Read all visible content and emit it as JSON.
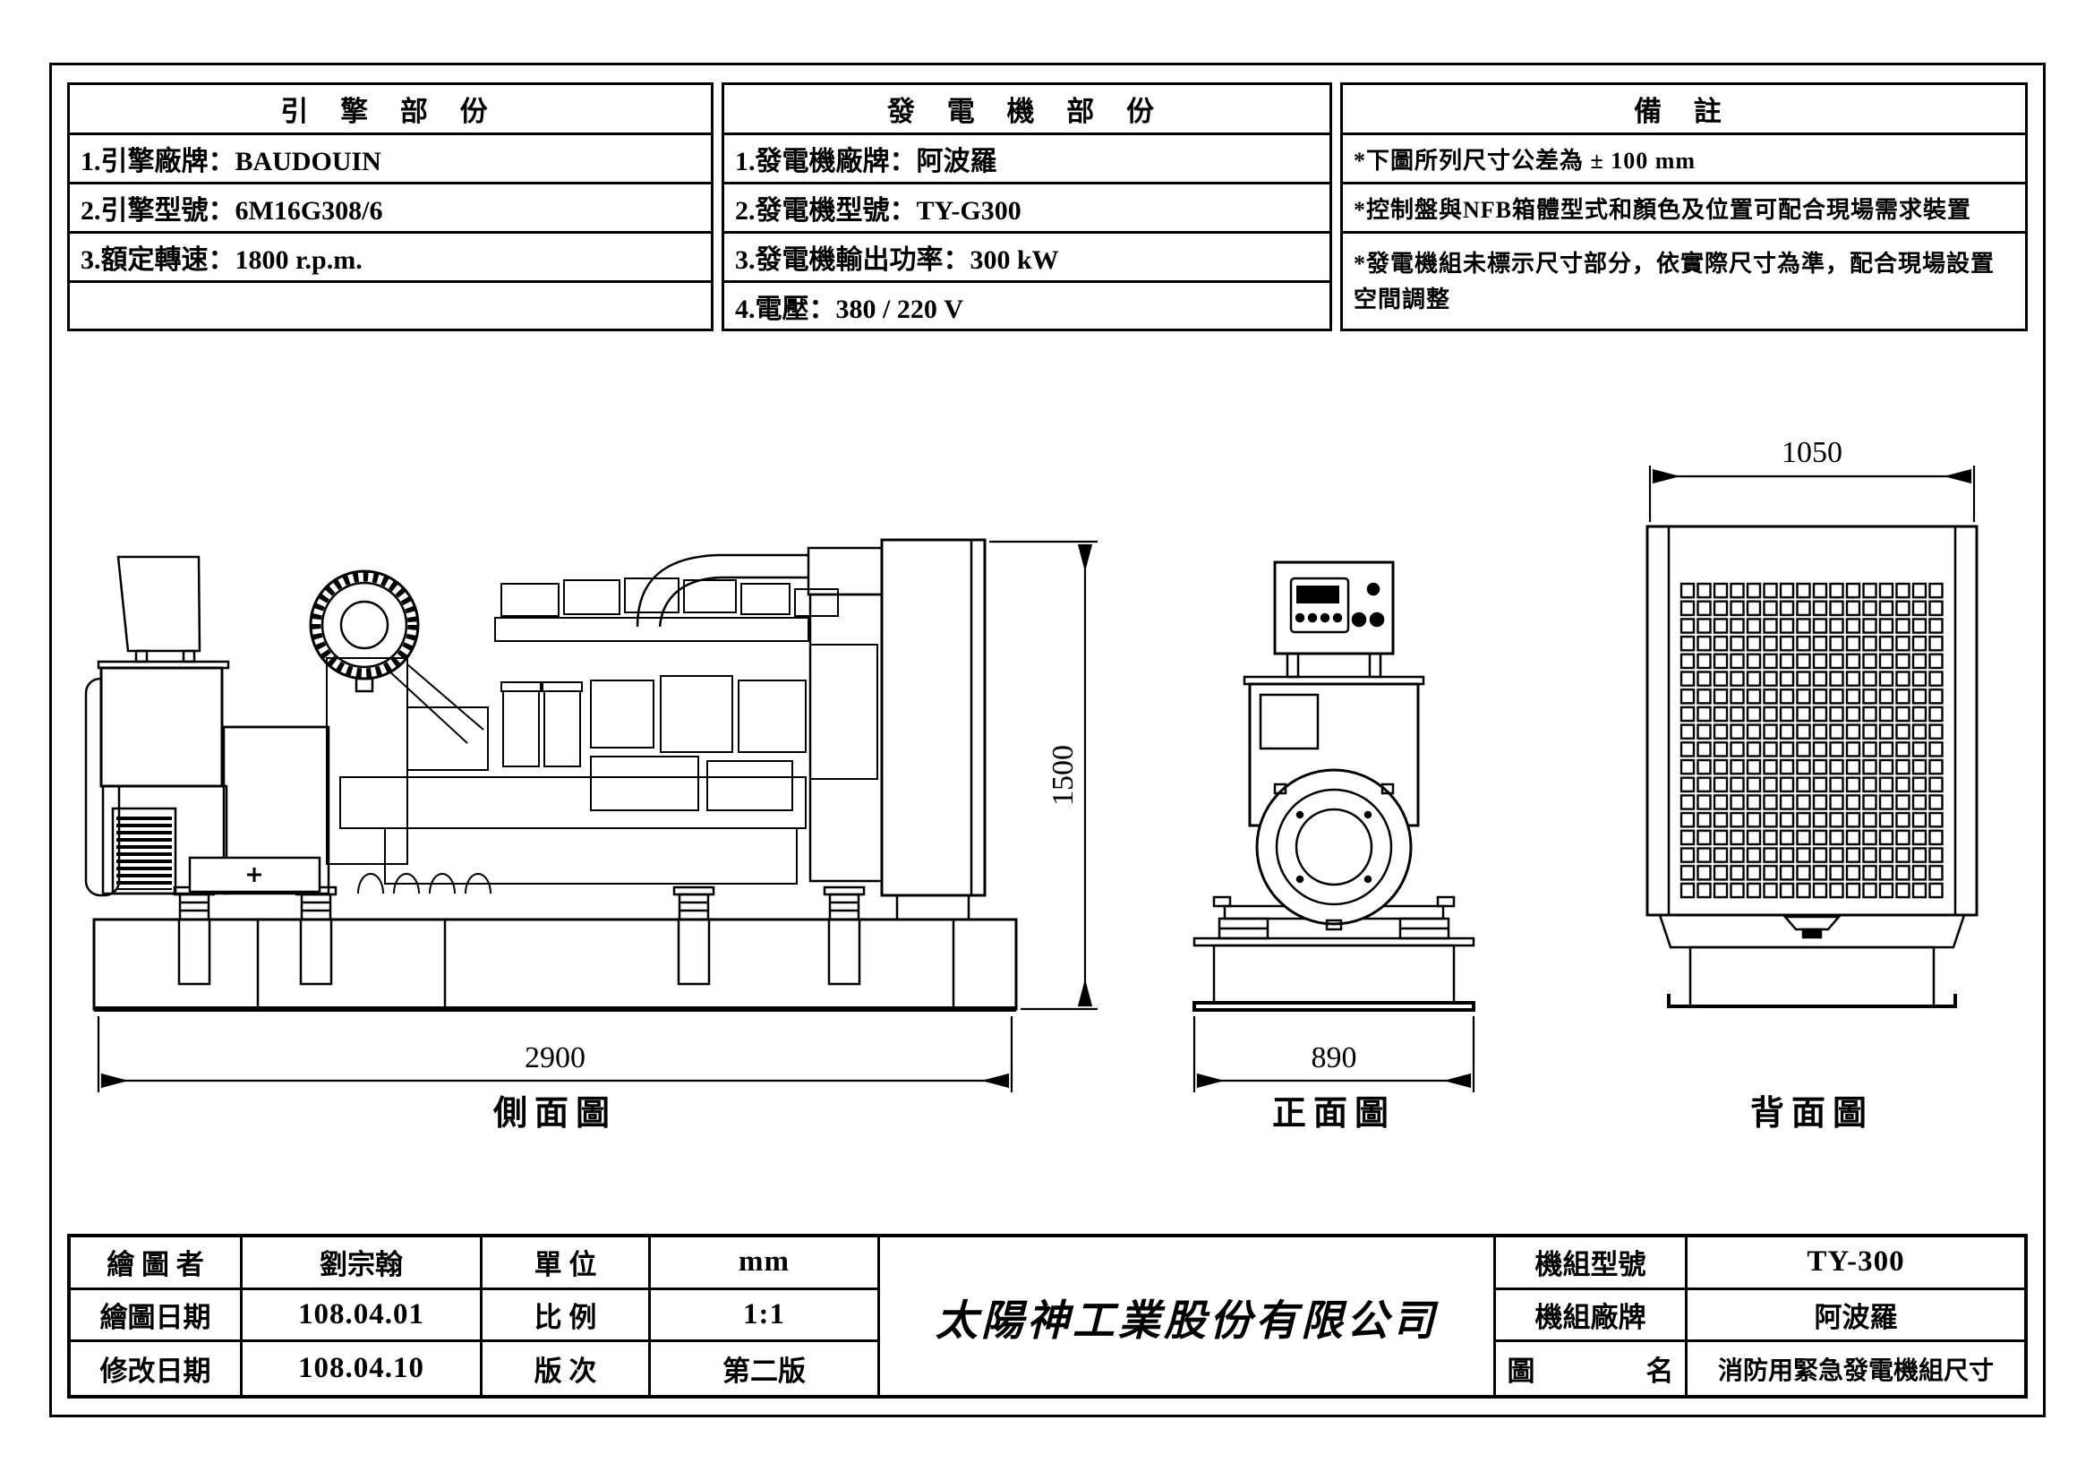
{
  "spec_table": {
    "engine": {
      "title": "引 擎 部 份",
      "rows": [
        "1.引擎廠牌：BAUDOUIN",
        "2.引擎型號：6M16G308/6",
        "3.額定轉速：1800 r.p.m.",
        ""
      ]
    },
    "generator": {
      "title": "發 電 機 部 份",
      "rows": [
        "1.發電機廠牌：阿波羅",
        "2.發電機型號：TY-G300",
        "3.發電機輸出功率：300 kW",
        "4.電壓：380 / 220 V"
      ]
    },
    "remarks": {
      "title": "備 註",
      "rows": [
        "*下圖所列尺寸公差為 ± 100 mm",
        "*控制盤與NFB箱體型式和顏色及位置可配合現場需求裝置",
        "*發電機組未標示尺寸部分，依實際尺寸為準，配合現場設置空間調整"
      ]
    }
  },
  "drawing": {
    "dims": {
      "side_length": "2900",
      "side_height": "1500",
      "front_width": "890",
      "rear_width": "1050"
    },
    "view_labels": {
      "side": "側面圖",
      "front": "正面圖",
      "rear": "背面圖"
    }
  },
  "title_block": {
    "drafter_label": "繪 圖 者",
    "drafter": "劉宗翰",
    "draw_date_label": "繪圖日期",
    "draw_date": "108.04.01",
    "rev_date_label": "修改日期",
    "rev_date": "108.04.10",
    "unit_label": "單 位",
    "unit": "mm",
    "scale_label": "比 例",
    "scale": "1:1",
    "version_label": "版 次",
    "version": "第二版",
    "company": "太陽神工業股份有限公司",
    "model_label": "機組型號",
    "model": "TY-300",
    "brand_label": "機組廠牌",
    "brand": "阿波羅",
    "drawing_name_label": "圖　　　　名",
    "drawing_name": "消防用緊急發電機組尺寸"
  }
}
